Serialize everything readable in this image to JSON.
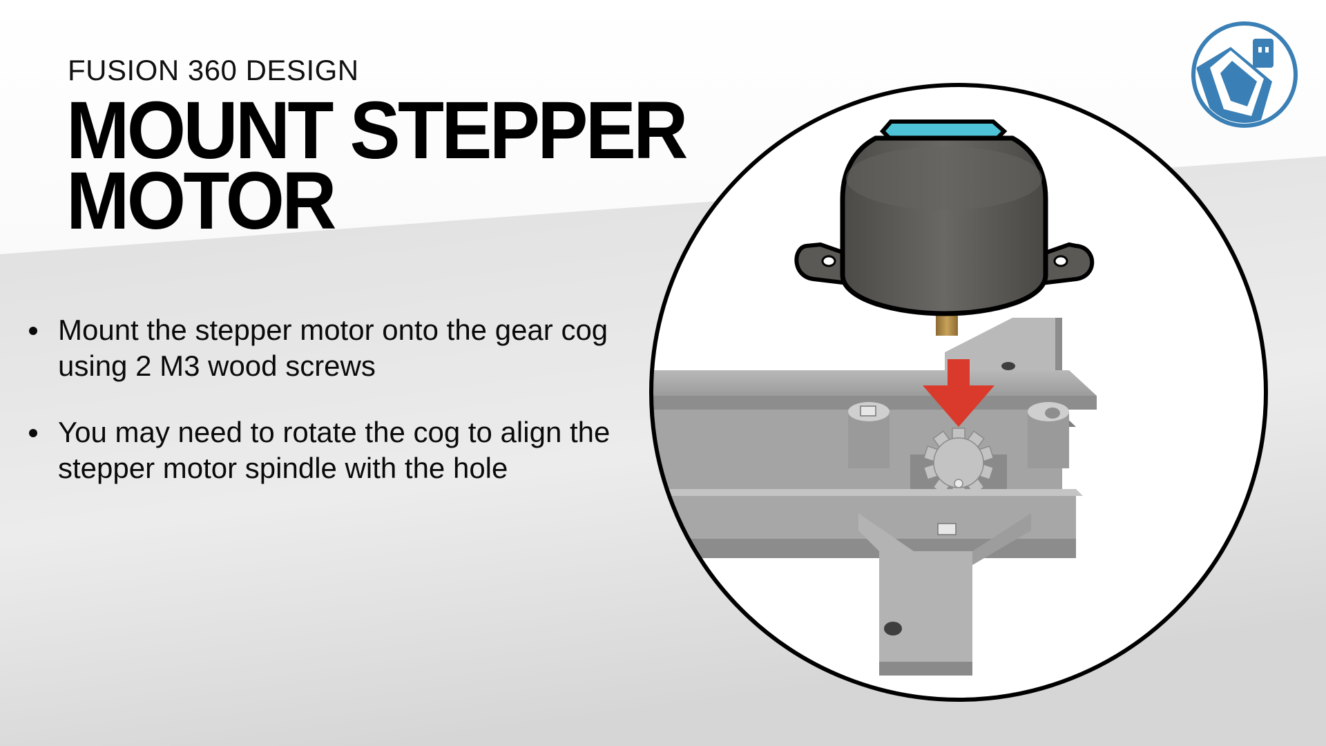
{
  "slide": {
    "subtitle": "FUSION 360 DESIGN",
    "title": "MOUNT STEPPER MOTOR",
    "bullets": [
      "Mount the stepper motor onto the gear cog using 2 M3 wood screws",
      "You may need to rotate the cog to align the stepper motor spindle with the hole"
    ]
  },
  "icons": {
    "logo": "brand-logo-icon",
    "arrow": "down-arrow-icon",
    "gear": "gear-cog-icon"
  },
  "colors": {
    "background_light": "#f7f7f7",
    "background_band": "#d9d9d9",
    "accent_arrow": "#d93a2b",
    "motor_top": "#4ec3d8",
    "logo_blue": "#3a7fb5",
    "part_gray": "#a8a8a8"
  }
}
